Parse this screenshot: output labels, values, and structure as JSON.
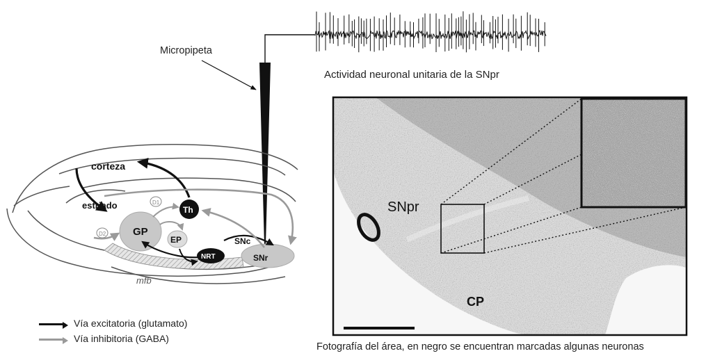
{
  "captions": {
    "micropipette": "Micropipeta",
    "spike_train": "Actividad neuronal unitaria de la SNpr",
    "photo": "Fotografía del área, en negro se encuentran marcadas algunas neuronas"
  },
  "brain_regions": {
    "cortex": "corteza",
    "striatum": "estriado",
    "gp": "GP",
    "ep": "EP",
    "th": "Th",
    "nrt": "NRT",
    "snc": "SNc",
    "snr": "SNr",
    "mfb": "mfb",
    "d1": "D1",
    "d2": "D2"
  },
  "photo_labels": {
    "snpr": "SNpr",
    "cp": "CP"
  },
  "legend": {
    "excitatory": "Vía excitatoria (glutamato)",
    "inhibitory": "Vía inhibitoria (GABA)"
  },
  "colors": {
    "excitatory": "#111111",
    "inhibitory": "#9a9a9a",
    "nucleus_fill": "#c8c8c8",
    "photo_bg": "#dedede"
  }
}
